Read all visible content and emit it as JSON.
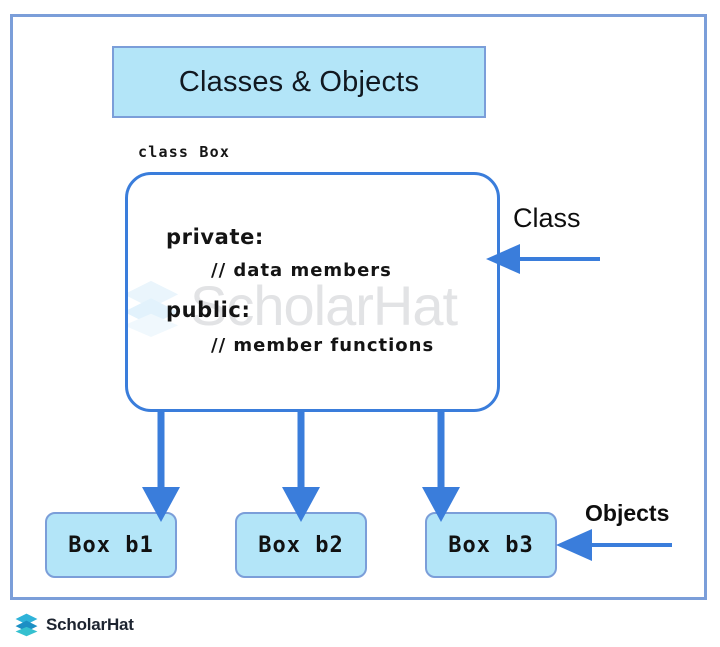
{
  "diagram": {
    "title": "Classes & Objects",
    "class_caption": "class Box",
    "class_body": {
      "private_label": "private:",
      "data_members_comment": "// data members",
      "public_label": "public:",
      "member_functions_comment": "// member functions"
    },
    "annotations": {
      "class_label": "Class",
      "objects_label": "Objects"
    },
    "objects": [
      {
        "label": "Box b1"
      },
      {
        "label": "Box b2"
      },
      {
        "label": "Box b3"
      }
    ],
    "watermark": {
      "text": "ScholarHat"
    }
  },
  "footer": {
    "brand": "ScholarHat"
  },
  "colors": {
    "frame_border": "#7b9ed9",
    "panel_fill": "#b3e5f8",
    "class_border": "#3a7ddb",
    "arrow": "#3a7ddb",
    "text": "#111820",
    "watermark_text": "#e2e3e5"
  }
}
